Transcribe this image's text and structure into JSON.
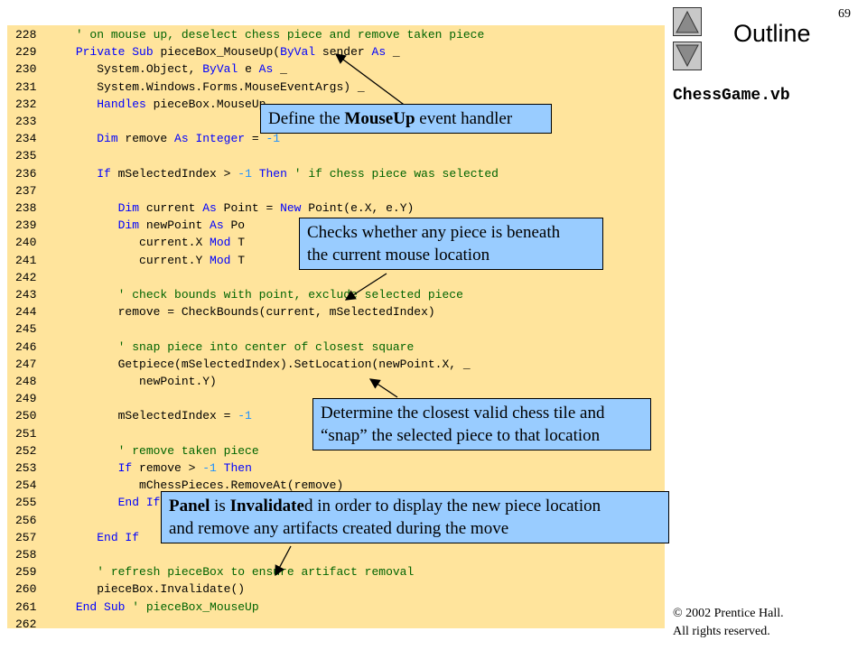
{
  "slide": {
    "page_number": "69",
    "outline_label": "Outline",
    "file_name": "ChessGame.vb",
    "copyright_line1": "© 2002 Prentice Hall.",
    "copyright_line2": "All rights reserved.",
    "colors": {
      "code_background": "#ffe49c",
      "callout_background": "#99ccff",
      "keyword": "#0000ff",
      "comment": "#006400",
      "number": "#1e90ff"
    }
  },
  "nav": {
    "up_icon": "triangle-up-icon",
    "down_icon": "triangle-down-icon"
  },
  "code": {
    "lines": [
      {
        "num": "228",
        "indent": 2,
        "tokens": [
          {
            "t": "' on mouse up, deselect chess piece and remove taken piece",
            "c": "cm"
          }
        ]
      },
      {
        "num": "229",
        "indent": 2,
        "tokens": [
          {
            "t": "Private Sub",
            "c": "kw"
          },
          {
            "t": " pieceBox_MouseUp(",
            "c": ""
          },
          {
            "t": "ByVal",
            "c": "kw"
          },
          {
            "t": " sender ",
            "c": ""
          },
          {
            "t": "As",
            "c": "kw"
          },
          {
            "t": " _",
            "c": ""
          }
        ]
      },
      {
        "num": "230",
        "indent": 5,
        "tokens": [
          {
            "t": "System.Object, ",
            "c": ""
          },
          {
            "t": "ByVal",
            "c": "kw"
          },
          {
            "t": " e ",
            "c": ""
          },
          {
            "t": "As",
            "c": "kw"
          },
          {
            "t": " _",
            "c": ""
          }
        ]
      },
      {
        "num": "231",
        "indent": 5,
        "tokens": [
          {
            "t": "System.Windows.Forms.MouseEventArgs) _",
            "c": ""
          }
        ]
      },
      {
        "num": "232",
        "indent": 5,
        "tokens": [
          {
            "t": "Handles",
            "c": "kw"
          },
          {
            "t": " pieceBox.MouseUp",
            "c": ""
          }
        ]
      },
      {
        "num": "233",
        "indent": 0,
        "tokens": []
      },
      {
        "num": "234",
        "indent": 5,
        "tokens": [
          {
            "t": "Dim",
            "c": "kw"
          },
          {
            "t": " remove ",
            "c": ""
          },
          {
            "t": "As Integer",
            "c": "kw"
          },
          {
            "t": " = ",
            "c": ""
          },
          {
            "t": "-1",
            "c": "nm"
          }
        ]
      },
      {
        "num": "235",
        "indent": 0,
        "tokens": []
      },
      {
        "num": "236",
        "indent": 5,
        "tokens": [
          {
            "t": "If",
            "c": "kw"
          },
          {
            "t": " mSelectedIndex > ",
            "c": ""
          },
          {
            "t": "-1",
            "c": "nm"
          },
          {
            "t": " ",
            "c": ""
          },
          {
            "t": "Then",
            "c": "kw"
          },
          {
            "t": " ",
            "c": ""
          },
          {
            "t": "' if chess piece was selected",
            "c": "cm"
          }
        ]
      },
      {
        "num": "237",
        "indent": 0,
        "tokens": []
      },
      {
        "num": "238",
        "indent": 8,
        "tokens": [
          {
            "t": "Dim",
            "c": "kw"
          },
          {
            "t": " current ",
            "c": ""
          },
          {
            "t": "As",
            "c": "kw"
          },
          {
            "t": " Point = ",
            "c": ""
          },
          {
            "t": "New",
            "c": "kw"
          },
          {
            "t": " Point(e.X, e.Y)",
            "c": ""
          }
        ]
      },
      {
        "num": "239",
        "indent": 8,
        "tokens": [
          {
            "t": "Dim",
            "c": "kw"
          },
          {
            "t": " newPoint ",
            "c": ""
          },
          {
            "t": "As",
            "c": "kw"
          },
          {
            "t": " Po",
            "c": ""
          }
        ]
      },
      {
        "num": "240",
        "indent": 11,
        "tokens": [
          {
            "t": "current.X ",
            "c": ""
          },
          {
            "t": "Mod",
            "c": "kw"
          },
          {
            "t": " T",
            "c": ""
          }
        ]
      },
      {
        "num": "241",
        "indent": 11,
        "tokens": [
          {
            "t": "current.Y ",
            "c": ""
          },
          {
            "t": "Mod",
            "c": "kw"
          },
          {
            "t": " T",
            "c": ""
          }
        ]
      },
      {
        "num": "242",
        "indent": 0,
        "tokens": []
      },
      {
        "num": "243",
        "indent": 8,
        "tokens": [
          {
            "t": "' check bounds with point, exclude selected piece",
            "c": "cm"
          }
        ]
      },
      {
        "num": "244",
        "indent": 8,
        "tokens": [
          {
            "t": "remove = CheckBounds(current, mSelectedIndex)",
            "c": ""
          }
        ]
      },
      {
        "num": "245",
        "indent": 0,
        "tokens": []
      },
      {
        "num": "246",
        "indent": 8,
        "tokens": [
          {
            "t": "' snap piece into center of closest square",
            "c": "cm"
          }
        ]
      },
      {
        "num": "247",
        "indent": 8,
        "tokens": [
          {
            "t": "Getpiece(mSelectedIndex).SetLocation(newPoint.X, _",
            "c": ""
          }
        ]
      },
      {
        "num": "248",
        "indent": 11,
        "tokens": [
          {
            "t": "newPoint.Y)",
            "c": ""
          }
        ]
      },
      {
        "num": "249",
        "indent": 0,
        "tokens": []
      },
      {
        "num": "250",
        "indent": 8,
        "tokens": [
          {
            "t": "mSelectedIndex = ",
            "c": ""
          },
          {
            "t": "-1",
            "c": "nm"
          }
        ]
      },
      {
        "num": "251",
        "indent": 0,
        "tokens": []
      },
      {
        "num": "252",
        "indent": 8,
        "tokens": [
          {
            "t": "' remove taken piece",
            "c": "cm"
          }
        ]
      },
      {
        "num": "253",
        "indent": 8,
        "tokens": [
          {
            "t": "If",
            "c": "kw"
          },
          {
            "t": " remove > ",
            "c": ""
          },
          {
            "t": "-1",
            "c": "nm"
          },
          {
            "t": " ",
            "c": ""
          },
          {
            "t": "Then",
            "c": "kw"
          }
        ]
      },
      {
        "num": "254",
        "indent": 11,
        "tokens": [
          {
            "t": "mChessPieces.RemoveAt(remove)",
            "c": ""
          }
        ]
      },
      {
        "num": "255",
        "indent": 8,
        "tokens": [
          {
            "t": "End If",
            "c": "kw"
          }
        ]
      },
      {
        "num": "256",
        "indent": 0,
        "tokens": []
      },
      {
        "num": "257",
        "indent": 5,
        "tokens": [
          {
            "t": "End If",
            "c": "kw"
          }
        ]
      },
      {
        "num": "258",
        "indent": 0,
        "tokens": []
      },
      {
        "num": "259",
        "indent": 5,
        "tokens": [
          {
            "t": "' refresh pieceBox to ensure artifact removal",
            "c": "cm"
          }
        ]
      },
      {
        "num": "260",
        "indent": 5,
        "tokens": [
          {
            "t": "pieceBox.Invalidate()",
            "c": ""
          }
        ]
      },
      {
        "num": "261",
        "indent": 2,
        "tokens": [
          {
            "t": "End Sub",
            "c": "kw"
          },
          {
            "t": " ",
            "c": ""
          },
          {
            "t": "' pieceBox_MouseUp",
            "c": "cm"
          }
        ]
      },
      {
        "num": "262",
        "indent": 0,
        "tokens": []
      }
    ]
  },
  "callouts": {
    "mouseup": {
      "parts": [
        {
          "t": "Define the ",
          "b": false
        },
        {
          "t": "MouseUp",
          "b": true
        },
        {
          "t": " event handler",
          "b": false
        }
      ]
    },
    "checks": {
      "line1": "Checks whether any piece is beneath",
      "line2": "the current mouse location"
    },
    "snap": {
      "line1": "Determine the closest valid chess tile and",
      "line2": "“snap” the selected piece to that location"
    },
    "invalidate": {
      "parts1": [
        {
          "t": "Panel",
          "b": true
        },
        {
          "t": " is ",
          "b": false
        },
        {
          "t": "Invalidate",
          "b": true
        },
        {
          "t": "d in order to display the new piece location",
          "b": false
        }
      ],
      "line2": "and remove any artifacts created during the move"
    }
  }
}
